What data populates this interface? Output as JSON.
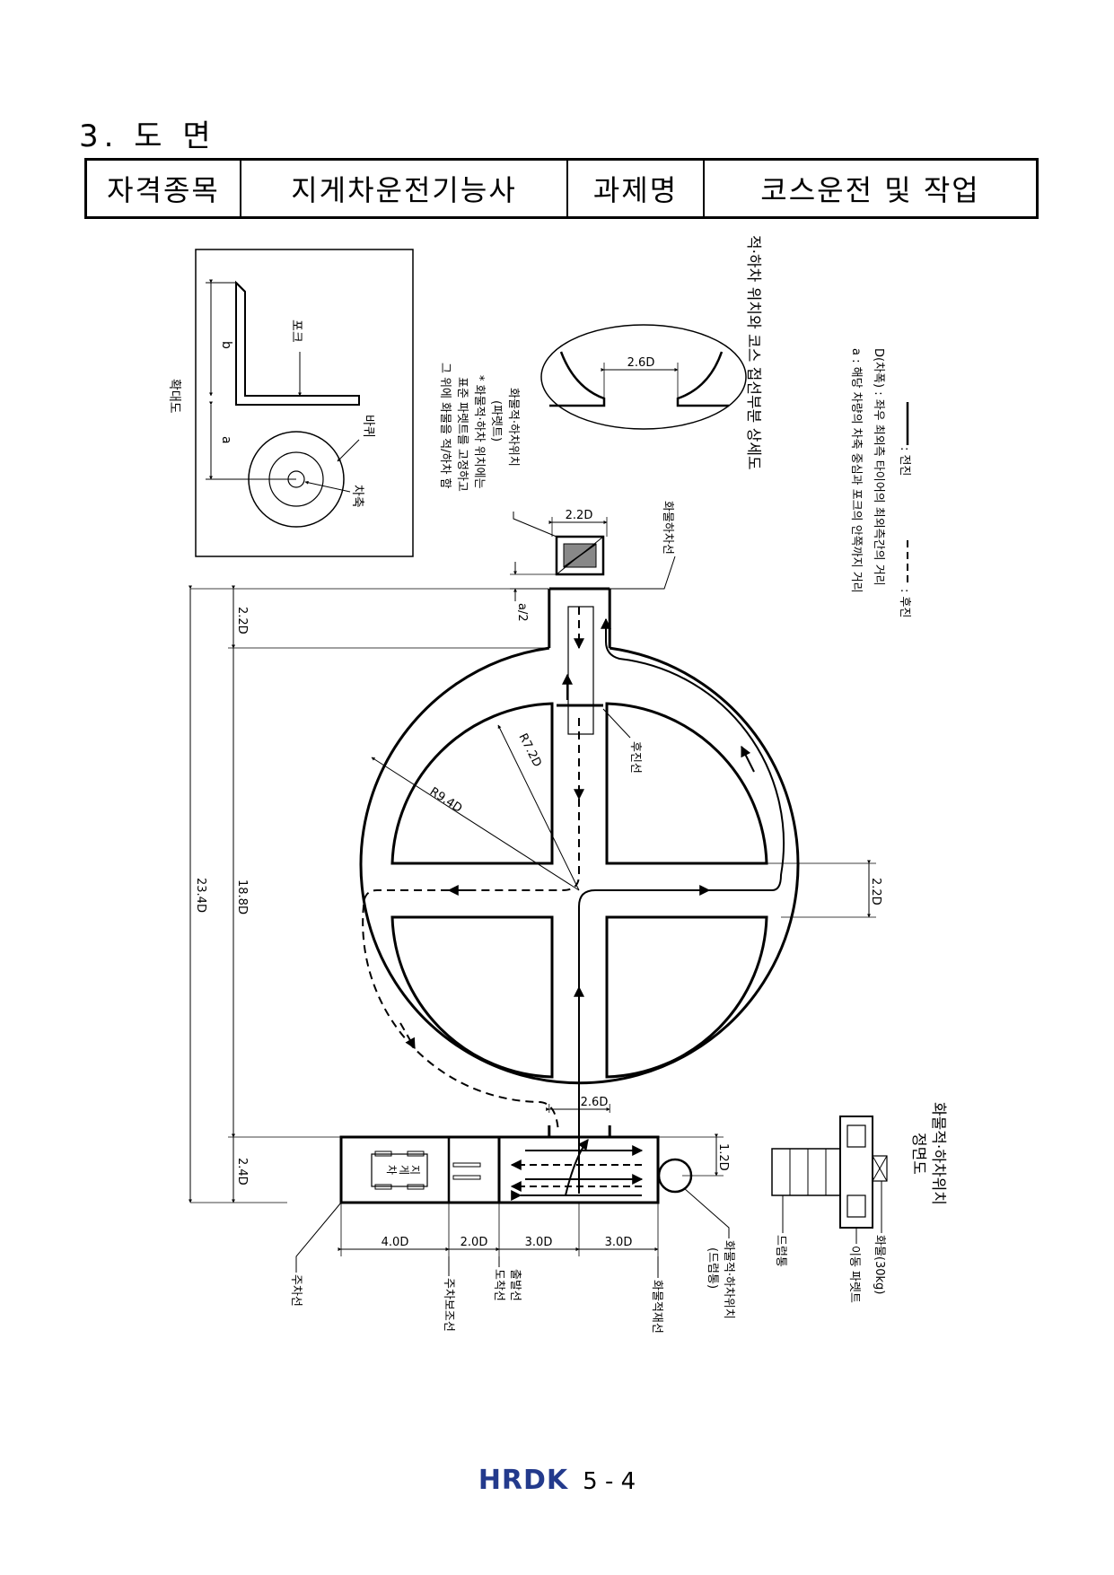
{
  "doc": {
    "section_title": "3. 도 면",
    "header": {
      "label1": "자격종목",
      "value1": "지게차운전기능사",
      "label2": "과제명",
      "value2": "코스운전 및 작업"
    },
    "inset": {
      "b": "b",
      "a": "a",
      "fork": "포크",
      "wheel": "바퀴",
      "axle": "차축",
      "enlarged": "확대도"
    },
    "legend": {
      "forward": ": 전진",
      "reverse": ": 후진",
      "d_def": "D(차폭) : 좌우 최외측 타이어의 최외측간의 거리",
      "a_def": "a : 해당 차량의 차축 중심과 포크의 안쪽까지 거리"
    },
    "detail_title": "적·하차 위치와 코스 접선부분 상세도",
    "pallet_note": {
      "line1": "화물적·하차위치",
      "line2": "(파렛트)",
      "line3": "* 화물적·하차 위치에는",
      "line4": "표준 파렛트를 고정하고",
      "line5": "그 위에 화물을 적/하차 함"
    },
    "labels": {
      "unload_line": "화물하차선",
      "reverse_line": "후진선",
      "parking_line": "주차선",
      "parking_aux": "주차보조선",
      "start_line_1": "출발선",
      "start_line_2": "도착선",
      "load_line": "화물적재선",
      "drum_pos_1": "화물적·하차위치",
      "drum_pos_2": "(드럼통)",
      "forklift": [
        "지",
        "게",
        "차"
      ],
      "front_view_1": "화물적·하차위치",
      "front_view_2": "정면도",
      "drum": "드럼통",
      "cargo": "화물(30kg)",
      "moving_pallet": "이동 파렛트"
    },
    "dims": {
      "d22_top": "2.2D",
      "d2_6_detail": "2.6D",
      "a_half": "a/2",
      "d22_left": "2.2D",
      "d188": "18.8D",
      "d234": "23.4D",
      "d24": "2.4D",
      "r72": "R7.2D",
      "r94": "R9.4D",
      "d22_right": "2.2D",
      "d26_bottom": "2.6D",
      "d12": "1.2D",
      "d40": "4.0D",
      "d20": "2.0D",
      "d30a": "3.0D",
      "d30b": "3.0D"
    },
    "footer": {
      "logo": "HRDK",
      "page": "5 - 4"
    }
  }
}
